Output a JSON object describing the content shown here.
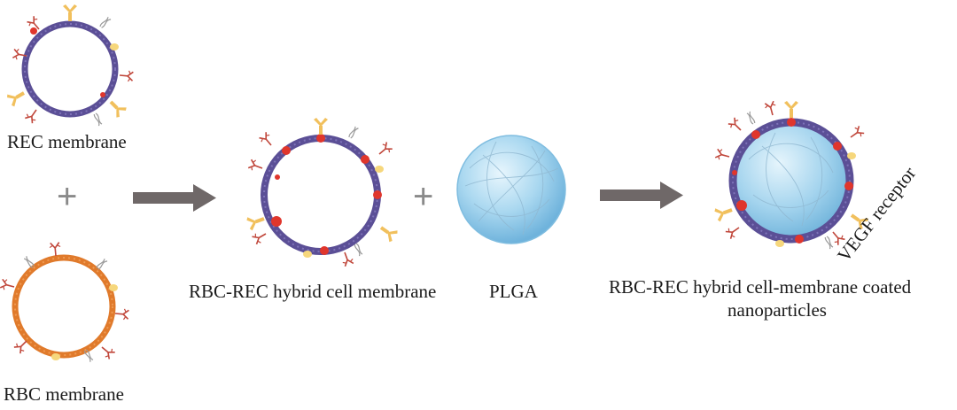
{
  "labels": {
    "rec_membrane": "REC membrane",
    "rbc_membrane": "RBC membrane",
    "hybrid_membrane": "RBC-REC hybrid cell membrane",
    "plga": "PLGA",
    "coated_line1": "RBC-REC hybrid cell-membrane coated",
    "coated_line2": "nanoparticles",
    "vegf_receptor": "VEGF receptor"
  },
  "symbols": {
    "plus": "+"
  },
  "colors": {
    "rec_ring": "#5b4f96",
    "rbc_ring": "#e07a2b",
    "red_dot": "#e0362c",
    "receptor_red": "#c0463a",
    "receptor_yellow": "#f1c05d",
    "arrow": "#6f6868",
    "plga_fill": "#a9d6ef",
    "plga_edge": "#7fbde0"
  },
  "icons": [
    "membrane-ring-icon",
    "y-receptor-icon",
    "arrow-icon",
    "plga-sphere-icon"
  ]
}
